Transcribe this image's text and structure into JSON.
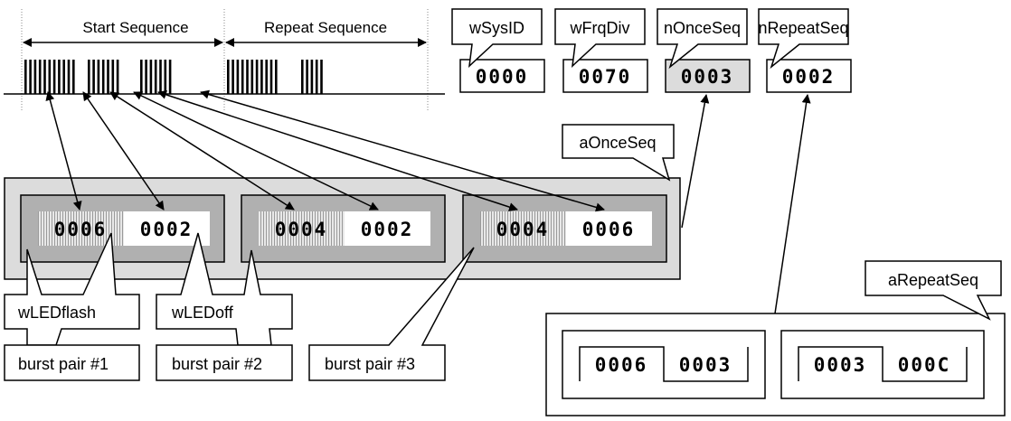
{
  "timeline": {
    "start_label": "Start Sequence",
    "repeat_label": "Repeat Sequence"
  },
  "registers": [
    {
      "name": "wSysID",
      "value": "0000",
      "highlighted": false
    },
    {
      "name": "wFrqDiv",
      "value": "0070",
      "highlighted": false
    },
    {
      "name": "nOnceSeq",
      "value": "0003",
      "highlighted": true
    },
    {
      "name": "nRepeatSeq",
      "value": "0002",
      "highlighted": false
    }
  ],
  "once_seq": {
    "label": "aOnceSeq",
    "pairs": [
      {
        "flash": "0006",
        "off": "0002"
      },
      {
        "flash": "0004",
        "off": "0002"
      },
      {
        "flash": "0004",
        "off": "0006"
      }
    ]
  },
  "repeat_seq": {
    "label": "aRepeatSeq",
    "pairs": [
      {
        "flash": "0006",
        "off": "0003"
      },
      {
        "flash": "0003",
        "off": "000C"
      }
    ]
  },
  "callouts": {
    "flash": "wLEDflash",
    "off": "wLEDoff",
    "pair1": "burst pair #1",
    "pair2": "burst pair #2",
    "pair3": "burst pair #3"
  },
  "colors": {
    "outer_fill": "#dcdcdc",
    "inner_fill": "#b0b0b0",
    "register_highlight": "#dcdcdc",
    "stroke": "#000000"
  }
}
